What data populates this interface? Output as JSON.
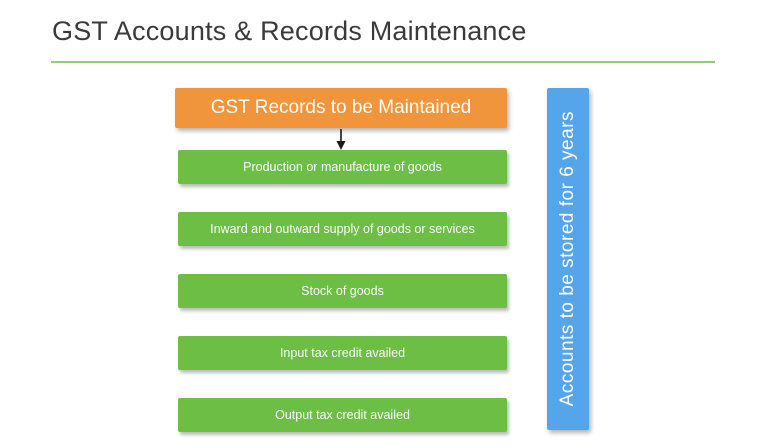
{
  "slide": {
    "title": "GST Accounts & Records Maintenance"
  },
  "colors": {
    "header_orange": "#F0953C",
    "item_green": "#6CBE45",
    "banner_blue": "#55A5EB",
    "divider_green": "#96CA7D",
    "title_text": "#3A3A3A",
    "box_text": "#FFFFFF",
    "arrow_black": "#1A1A1A"
  },
  "flowchart": {
    "header_label": "GST Records to be Maintained",
    "items": [
      {
        "label": "Production or manufacture of goods"
      },
      {
        "label": "Inward and outward supply of goods or services"
      },
      {
        "label": "Stock of goods"
      },
      {
        "label": "Input tax credit availed"
      },
      {
        "label": "Output tax credit availed"
      }
    ]
  },
  "side_banner": {
    "label": "Accounts to be stored for 6 years"
  }
}
